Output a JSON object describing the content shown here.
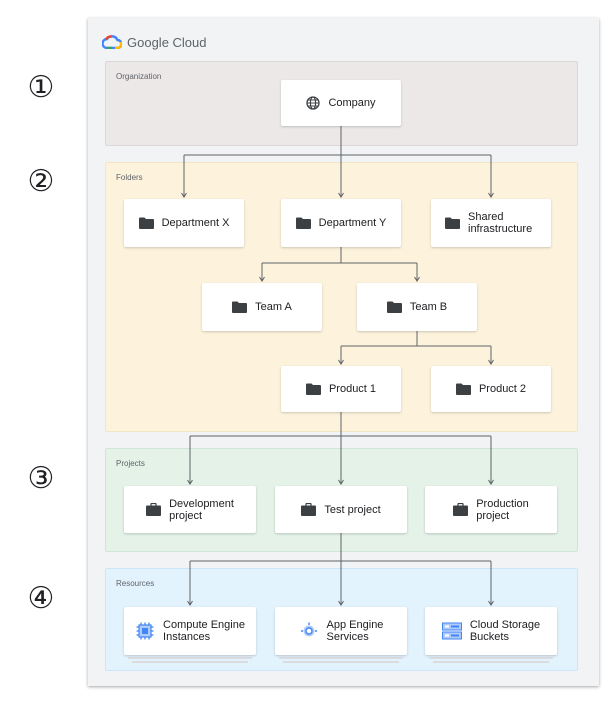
{
  "brand": "Google Cloud",
  "steps": [
    "①",
    "②",
    "③",
    "④"
  ],
  "bands": {
    "organization": "Organization",
    "folders": "Folders",
    "projects": "Projects",
    "resources": "Resources"
  },
  "nodes": {
    "company": "Company",
    "department_x": "Department X",
    "department_y": "Department Y",
    "shared_line1": "Shared",
    "shared_line2": "infrastructure",
    "team_a": "Team A",
    "team_b": "Team B",
    "product_1": "Product 1",
    "product_2": "Product 2",
    "dev_line1": "Development",
    "dev_line2": "project",
    "test_project": "Test project",
    "prod_line1": "Production",
    "prod_line2": "project",
    "compute_line1": "Compute Engine",
    "compute_line2": "Instances",
    "appengine_line1": "App Engine",
    "appengine_line2": "Services",
    "storage_line1": "Cloud Storage",
    "storage_line2": "Buckets"
  },
  "colors": {
    "organization_band": "#ece8e8",
    "folders_band": "#fdf3dc",
    "projects_band": "#e4f2e8",
    "resources_band": "#e3f3fd",
    "connector": "#5f6368"
  },
  "icons": {
    "company": "globe-icon",
    "folder": "folder-icon",
    "project": "briefcase-icon",
    "compute": "compute-engine-icon",
    "appengine": "app-engine-icon",
    "storage": "cloud-storage-icon"
  }
}
